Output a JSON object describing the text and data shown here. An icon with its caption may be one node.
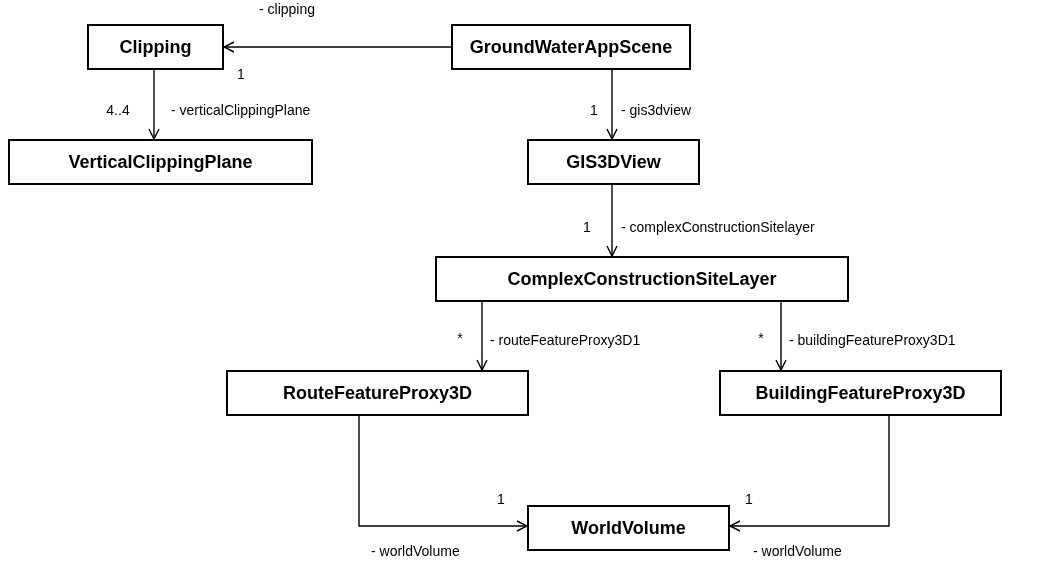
{
  "diagram": {
    "nodes": [
      {
        "text": [
          "Clipping"
        ]
      },
      {
        "text": [
          "GroundWaterAppScene"
        ]
      },
      {
        "text": [
          "VerticalClippingPlane"
        ]
      },
      {
        "text": [
          "GIS3DView"
        ]
      },
      {
        "text": [
          "ComplexConstructionSiteLayer"
        ]
      },
      {
        "text": [
          "RouteFeatureProxy3D"
        ]
      },
      {
        "text": [
          "BuildingFeatureProxy3D"
        ]
      },
      {
        "text": [
          "WorldVolume"
        ]
      }
    ],
    "edges": [
      {
        "from": 1,
        "to": 0,
        "arrow": "to",
        "label": "- clipping"
      },
      {
        "from": 0,
        "to": 2,
        "arrow": "to",
        "label": "- verticalClippingPlane"
      },
      {
        "from": 1,
        "to": 3,
        "arrow": "to",
        "label": "- gis3dview"
      },
      {
        "from": 3,
        "to": 4,
        "arrow": "to",
        "label": "- complexConstructionSitelayer"
      },
      {
        "from": 4,
        "to": 5,
        "arrow": "to",
        "label": "- routeFeatureProxy3D1"
      },
      {
        "from": 4,
        "to": 6,
        "arrow": "to",
        "label": "- buildingFeatureProxy3D1"
      },
      {
        "from": 5,
        "to": 7,
        "arrow": "to",
        "label": "- worldVolume"
      },
      {
        "from": 6,
        "to": 7,
        "arrow": "to",
        "label": "- worldVolume"
      }
    ],
    "labels": [
      "1",
      "4..4",
      "1",
      "1",
      "*",
      "*",
      "1",
      "1"
    ]
  }
}
